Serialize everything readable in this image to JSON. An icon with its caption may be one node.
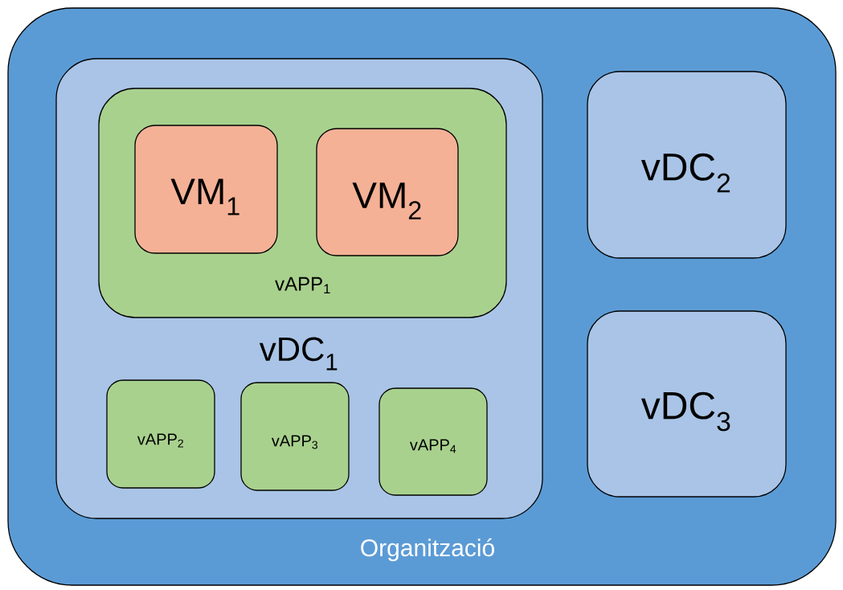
{
  "diagram": {
    "nodes": [
      {
        "text": [
          "Organització"
        ]
      },
      {
        "text": [
          "vDC$_{1}$"
        ],
        "in": 0
      },
      {
        "text": [
          "vAPP$_{1}$"
        ],
        "in": 1
      },
      {
        "text": [
          "VM$_{1}$"
        ],
        "in": 2
      },
      {
        "text": [
          "VM$_{2}$"
        ],
        "in": 2
      },
      {
        "text": [
          "vAPP$_{2}$"
        ],
        "in": 1
      },
      {
        "text": [
          "vAPP$_{3}$"
        ],
        "in": 1
      },
      {
        "text": [
          "vAPP$_{4}$"
        ],
        "in": 1
      },
      {
        "text": [
          "vDC$_{2}$"
        ],
        "in": 0
      },
      {
        "text": [
          "vDC$_{3}$"
        ],
        "in": 0
      }
    ]
  }
}
